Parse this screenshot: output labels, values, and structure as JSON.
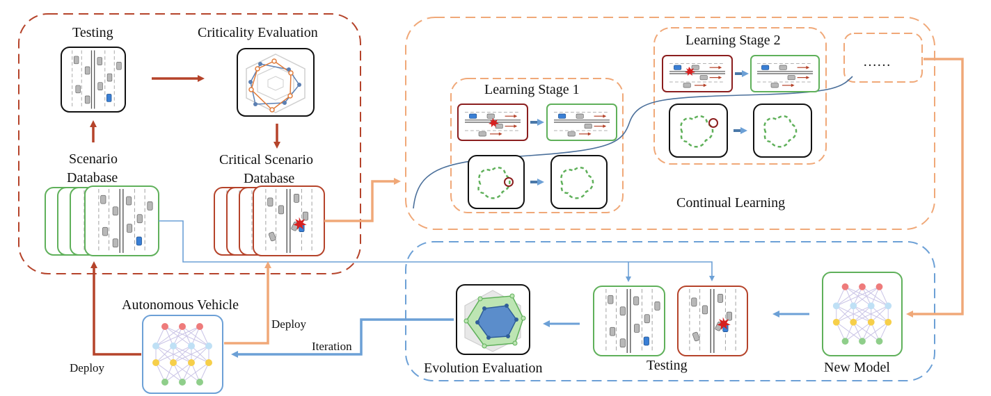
{
  "colors": {
    "red_dark": "#b5432a",
    "orange": "#f0a878",
    "blue": "#6ca0d6",
    "blue_dark": "#4a78a8",
    "green": "#5fb05a",
    "car_blue": "#3a7fd5",
    "crash_red": "#d62020"
  },
  "labels": {
    "testing_top": "Testing",
    "criticality": "Criticality Evaluation",
    "scenario_db_1": "Scenario",
    "scenario_db_2": "Database",
    "critical_db_1": "Critical Scenario",
    "critical_db_2": "Database",
    "autonomous_vehicle": "Autonomous Vehicle",
    "deploy_left": "Deploy",
    "deploy_right": "Deploy",
    "iteration": "Iteration",
    "learning_stage_1": "Learning Stage 1",
    "learning_stage_2": "Learning Stage 2",
    "ellipsis": "……",
    "continual_learning": "Continual Learning",
    "evolution_evaluation": "Evolution Evaluation",
    "testing_bottom": "Testing",
    "new_model": "New Model"
  },
  "icons": {
    "road_scene": "road-scenario-icon",
    "radar": "radar-chart-icon",
    "network": "neural-network-icon",
    "blob": "latent-shape-icon",
    "crash": "collision-icon"
  }
}
